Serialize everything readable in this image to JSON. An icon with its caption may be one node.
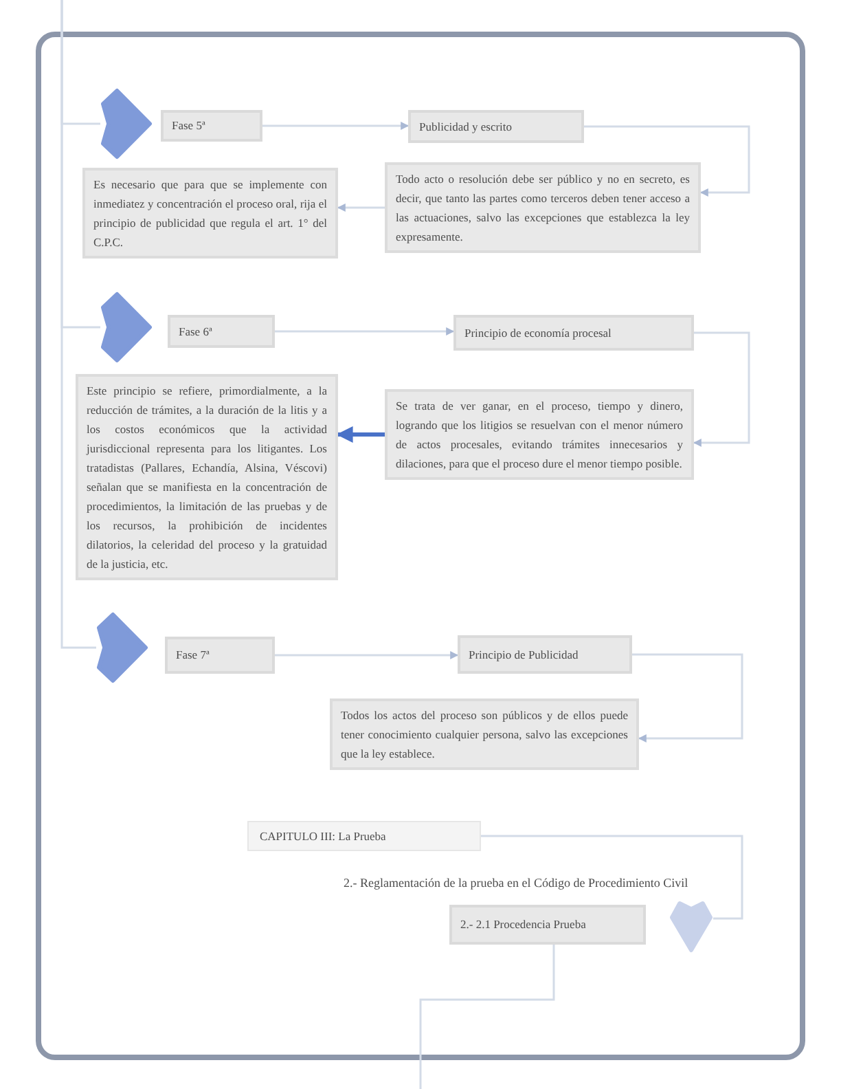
{
  "diagram": {
    "nodes": [
      {
        "text": [],
        "shape": "chevron"
      },
      {
        "text": [
          "Fase 5ª"
        ]
      },
      {
        "text": [
          "Publicidad y escrito"
        ]
      },
      {
        "text": [
          "Es necesario que para que se implemente con inmediatez y concentración el proceso oral, rija el principio de publicidad que regula el art. 1° del C.P.C."
        ]
      },
      {
        "text": [
          "Todo acto o resolución debe ser público y no en secreto, es decir, que tanto las partes como terceros deben tener acceso a las actuaciones, salvo las excepciones que establezca la ley expresamente."
        ]
      },
      {
        "text": [],
        "shape": "chevron"
      },
      {
        "text": [
          "Fase 6ª"
        ]
      },
      {
        "text": [
          "Principio de economía procesal"
        ]
      },
      {
        "text": [
          "Este principio se refiere, primordialmente, a la reducción de trámites, a la duración de la litis y a los costos económicos que la actividad jurisdiccional representa para los litigantes. Los tratadistas (Pallares, Echandía, Alsina, Véscovi) señalan que se manifiesta en la concentración de procedimientos, la limitación de las pruebas y de los recursos, la prohibición de incidentes dilatorios, la celeridad del proceso y la gratuidad de la justicia, etc."
        ]
      },
      {
        "text": [
          "Se trata de ver ganar, en el proceso, tiempo y dinero, logrando que los litigios se resuelvan con el menor número de actos procesales, evitando trámites innecesarios y dilaciones, para que el proceso dure el menor tiempo posible."
        ]
      },
      {
        "text": [],
        "shape": "chevron"
      },
      {
        "text": [
          "Fase 7ª"
        ]
      },
      {
        "text": [
          "Principio de Publicidad"
        ]
      },
      {
        "text": [
          "Todos los actos del proceso son públicos y de ellos puede tener conocimiento cualquier persona, salvo las excepciones que la ley establece."
        ]
      },
      {
        "text": [
          "CAPITULO III: La Prueba"
        ]
      },
      {
        "text": [],
        "shape": "chevron"
      },
      {
        "text": [
          "2.- 2.1 Procedencia Prueba"
        ]
      }
    ],
    "edges": [
      {
        "from": null,
        "to": 0,
        "arrow": "none"
      },
      {
        "from": null,
        "to": 5,
        "arrow": "none"
      },
      {
        "from": null,
        "to": 10,
        "arrow": "none"
      },
      {
        "from": 1,
        "to": 2,
        "arrow": "to"
      },
      {
        "from": 2,
        "to": 4,
        "arrow": "to"
      },
      {
        "from": 4,
        "to": 3,
        "arrow": "to"
      },
      {
        "from": 6,
        "to": 7,
        "arrow": "to"
      },
      {
        "from": 7,
        "to": 9,
        "arrow": "to"
      },
      {
        "from": 9,
        "to": 8,
        "arrow": "to",
        "style": "thick",
        "color": "#4a72c8"
      },
      {
        "from": 11,
        "to": 12,
        "arrow": "to"
      },
      {
        "from": 12,
        "to": 13,
        "arrow": "to"
      },
      {
        "from": 14,
        "to": 15,
        "arrow": "none"
      },
      {
        "from": 16,
        "to": null,
        "arrow": "none"
      }
    ],
    "labels": [
      "2.- Reglamentación de la prueba en el Código de Procedimiento Civil"
    ]
  }
}
